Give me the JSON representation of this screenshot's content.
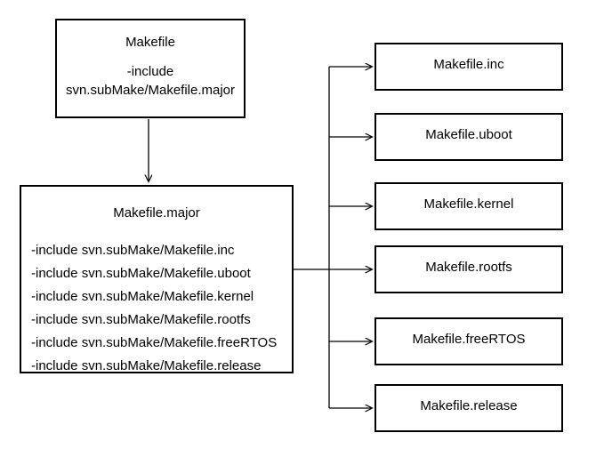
{
  "diagram": {
    "root_box": {
      "title": "Makefile",
      "include_keyword": "-include",
      "include_path": "svn.subMake/Makefile.major"
    },
    "major_box": {
      "title": "Makefile.major",
      "includes": [
        "-include svn.subMake/Makefile.inc",
        "-include svn.subMake/Makefile.uboot",
        "-include svn.subMake/Makefile.kernel",
        "-include svn.subMake/Makefile.rootfs",
        "-include svn.subMake/Makefile.freeRTOS",
        "-include svn.subMake/Makefile.release"
      ]
    },
    "target_boxes": [
      {
        "label": "Makefile.inc"
      },
      {
        "label": "Makefile.uboot"
      },
      {
        "label": "Makefile.kernel"
      },
      {
        "label": "Makefile.rootfs"
      },
      {
        "label": "Makefile.freeRTOS"
      },
      {
        "label": "Makefile.release"
      }
    ],
    "colors": {
      "line": "#000000",
      "border": "#000000",
      "background": "#ffffff",
      "text": "#000000"
    }
  }
}
